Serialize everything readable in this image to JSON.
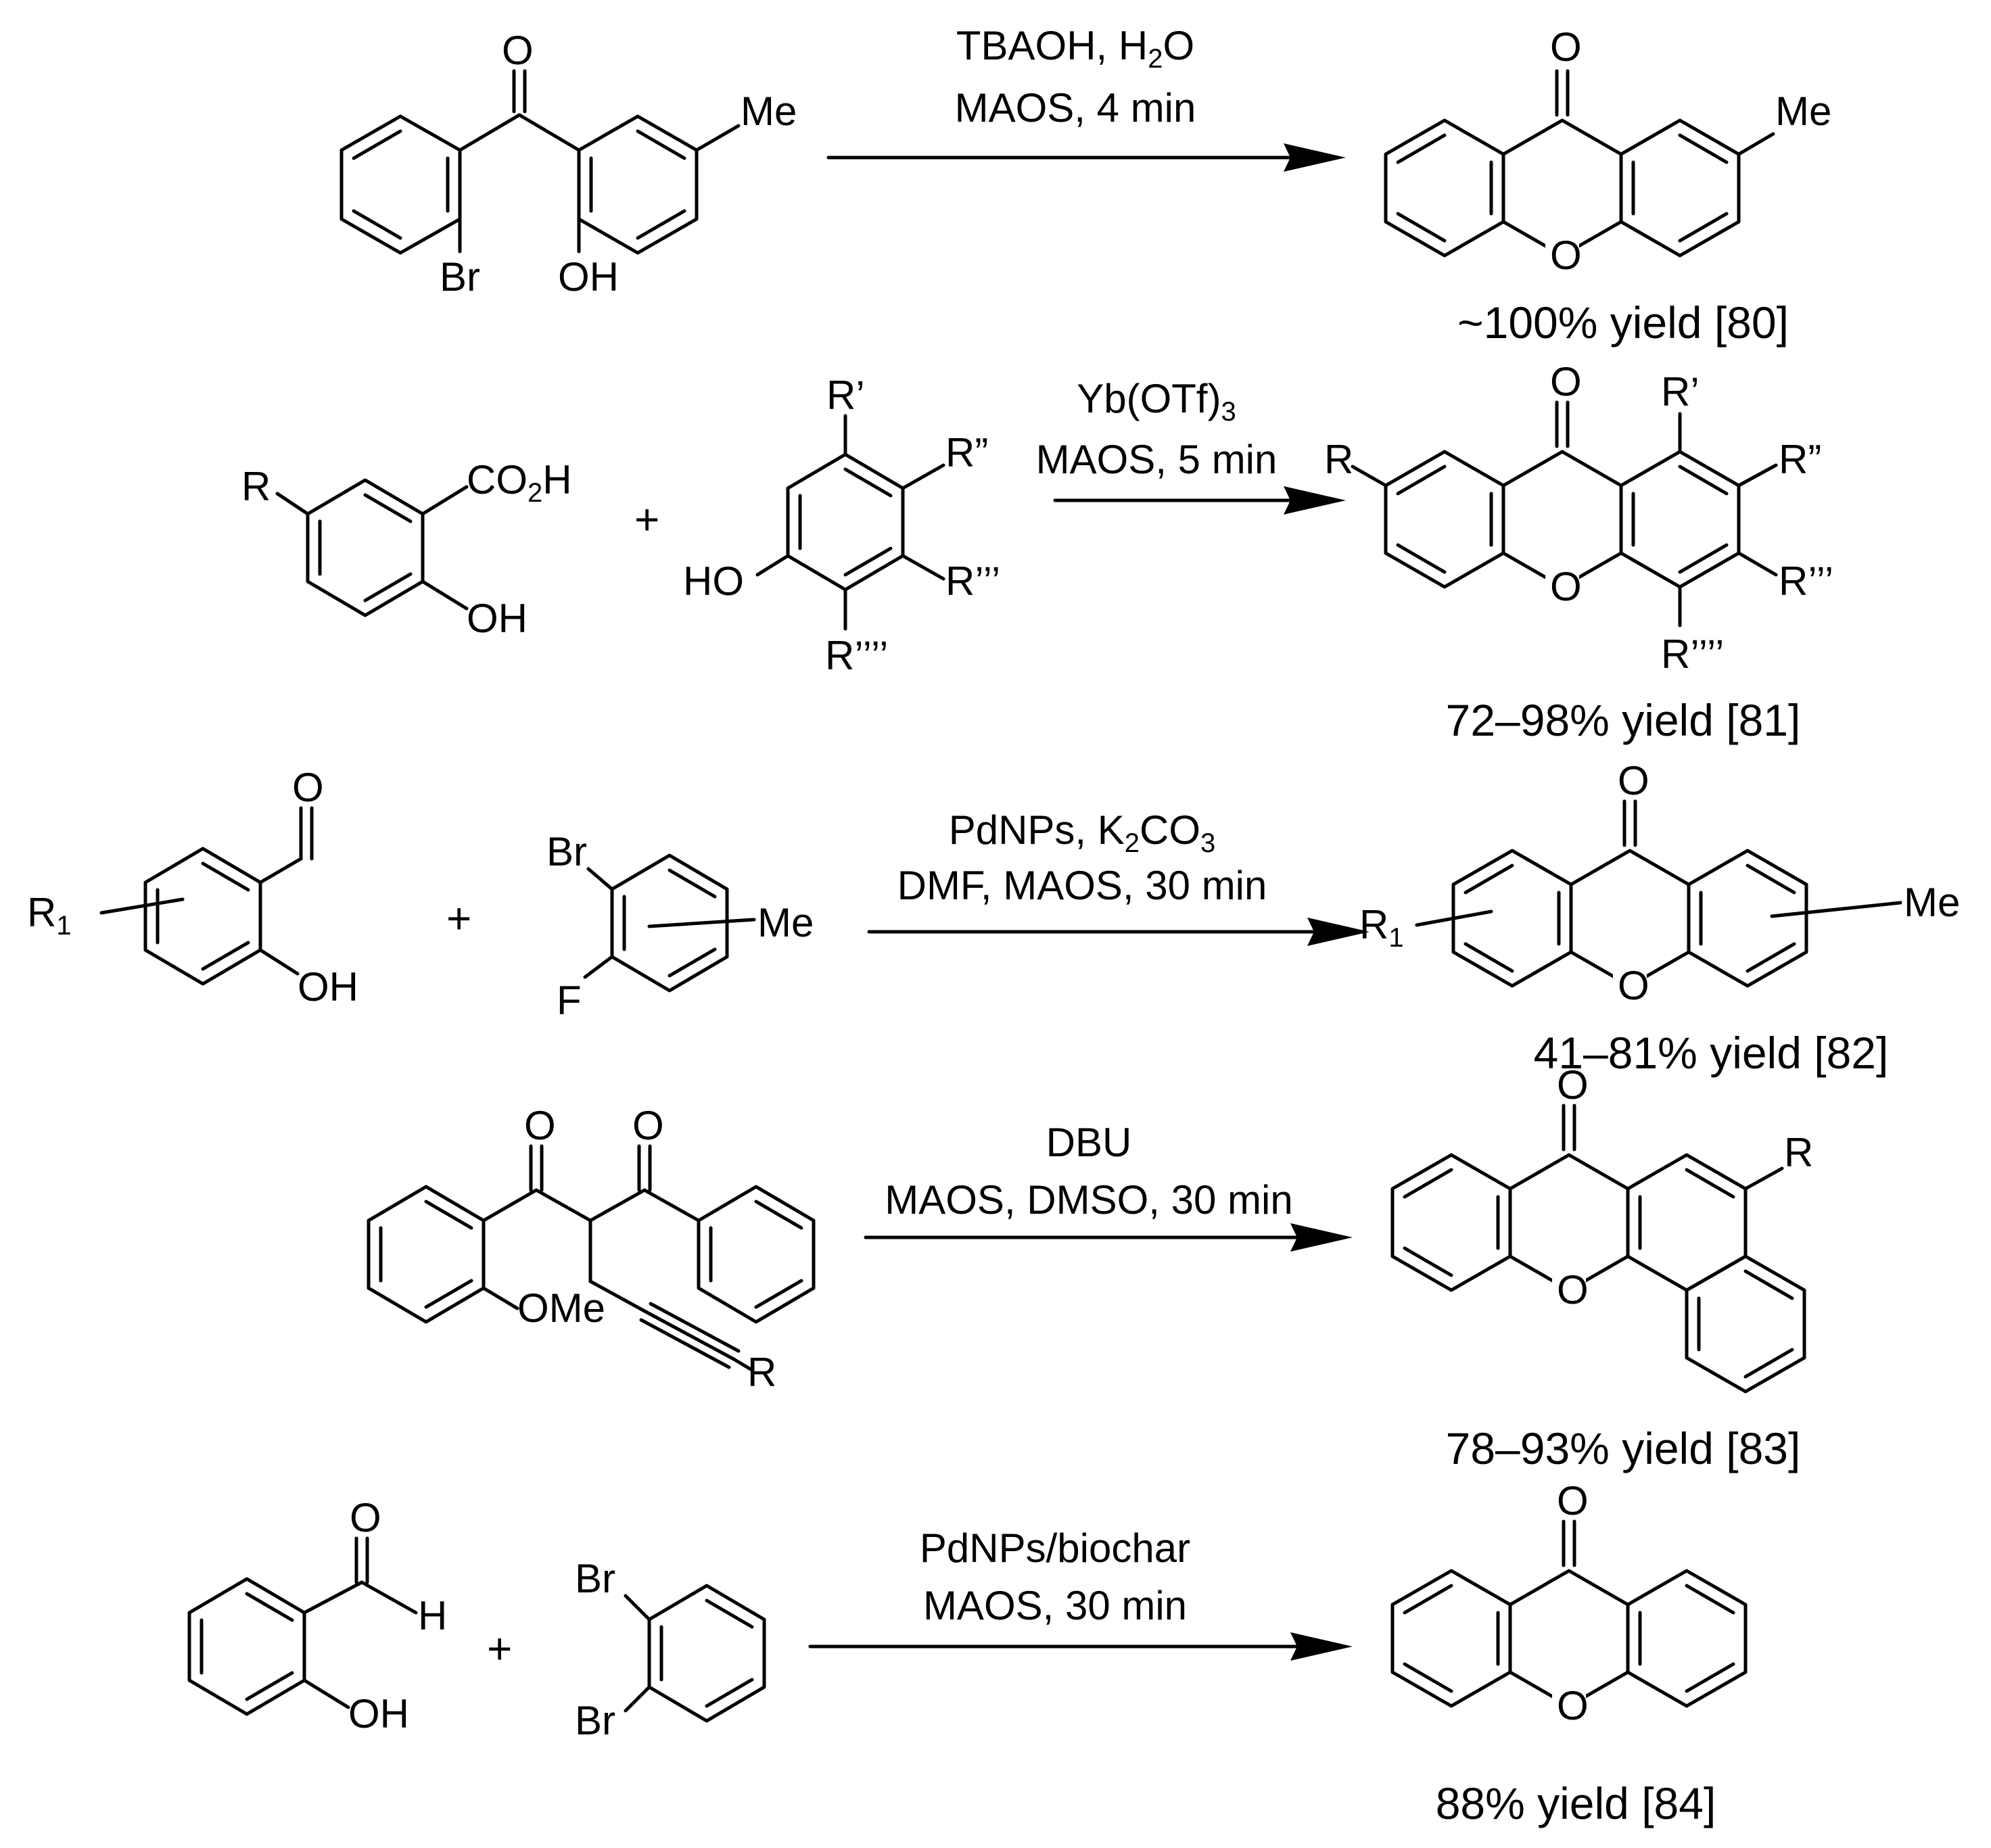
{
  "reactions": [
    {
      "conditions": [
        "TBAOH, H2O",
        "MAOS, 4 min"
      ],
      "yield": "~100% yield [80]",
      "labels": {
        "reactant_O": "O",
        "reactant_Me": "Me",
        "reactant_Br": "Br",
        "reactant_OH": "OH",
        "product_O": "O",
        "product_ringO": "O",
        "product_Me": "Me"
      }
    },
    {
      "conditions": [
        "Yb(OTf)3",
        "MAOS, 5 min"
      ],
      "yield": "72–98% yield [81]",
      "plus": "+",
      "labels": {
        "R": "R",
        "CO2H": "CO2H",
        "OH": "OH",
        "R1p": "R’",
        "R2p": "R”",
        "R3p": "R’’’",
        "R4p": "R’’’’",
        "HO": "HO",
        "prod_O": "O",
        "prod_ringO": "O",
        "prod_R": "R",
        "prod_R1p": "R’",
        "prod_R2p": "R”",
        "prod_R3p": "R’’’",
        "prod_R4p": "R’’’’"
      }
    },
    {
      "conditions": [
        "PdNPs, K2CO3",
        "DMF, MAOS, 30 min"
      ],
      "yield": "41–81% yield [82]",
      "plus": "+",
      "labels": {
        "ald_O": "O",
        "R1": "R1",
        "OH": "OH",
        "Br": "Br",
        "F": "F",
        "Me": "Me",
        "prod_O": "O",
        "prod_ringO": "O",
        "prod_R1": "R1",
        "prod_Me": "Me"
      }
    },
    {
      "conditions": [
        "DBU",
        "MAOS, DMSO, 30 min"
      ],
      "yield": "78–93% yield [83]",
      "labels": {
        "O1": "O",
        "O2": "O",
        "OMe": "OMe",
        "R": "R",
        "prod_O": "O",
        "prod_ringO": "O",
        "prod_R": "R"
      }
    },
    {
      "conditions": [
        "PdNPs/biochar",
        "MAOS, 30 min"
      ],
      "yield": "88% yield [84]",
      "plus": "+",
      "labels": {
        "ald_O": "O",
        "H": "H",
        "OH": "OH",
        "Br1": "Br",
        "Br2": "Br",
        "prod_O": "O",
        "prod_ringO": "O"
      }
    }
  ]
}
